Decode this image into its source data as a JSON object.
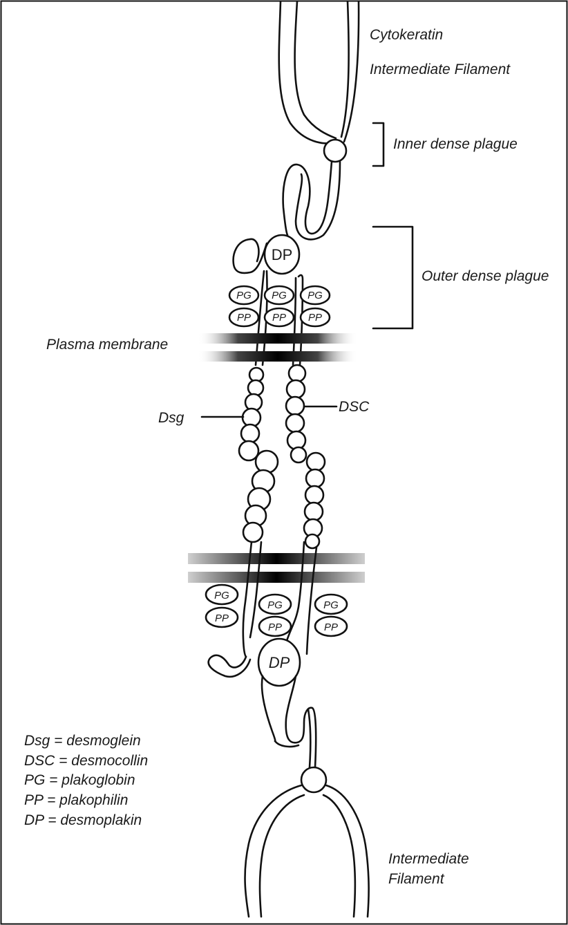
{
  "labels": {
    "cytokeratin": "Cytokeratin",
    "intermediate_filament_top": "Intermediate Filament",
    "inner_dense_plague": "Inner dense plague",
    "outer_dense_plague": "Outer dense plague",
    "plasma_membrane": "Plasma membrane",
    "dsg": "Dsg",
    "dsc": "DSC",
    "dp_top": "DP",
    "dp_bottom": "DP",
    "pg": "PG",
    "pp": "PP",
    "intermediate_bottom_line1": "Intermediate",
    "intermediate_bottom_line2": "Filament"
  },
  "legend": [
    "Dsg = desmoglein",
    "DSC = desmocollin",
    "PG = plakoglobin",
    "PP = plakophilin",
    "DP = desmoplakin"
  ]
}
